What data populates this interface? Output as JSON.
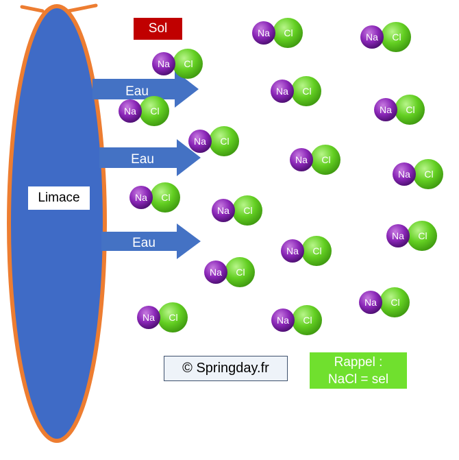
{
  "soil_label": "Sol",
  "slug_label": "Limace",
  "water_label": "Eau",
  "copyright": "© Springday.fr",
  "reminder": {
    "line1": "Rappel :",
    "line2": "NaCl = sel"
  },
  "molecule": {
    "sodium": "Na",
    "chlorine": "Cl"
  },
  "colors": {
    "slug_body": "#3f6bc6",
    "slug_outline": "#ed7d31",
    "arrow": "#4472c4",
    "soil_badge": "#c00000",
    "sodium": "#7b1fa2",
    "chlorine": "#5ed41e",
    "reminder_box": "#70e02e"
  }
}
